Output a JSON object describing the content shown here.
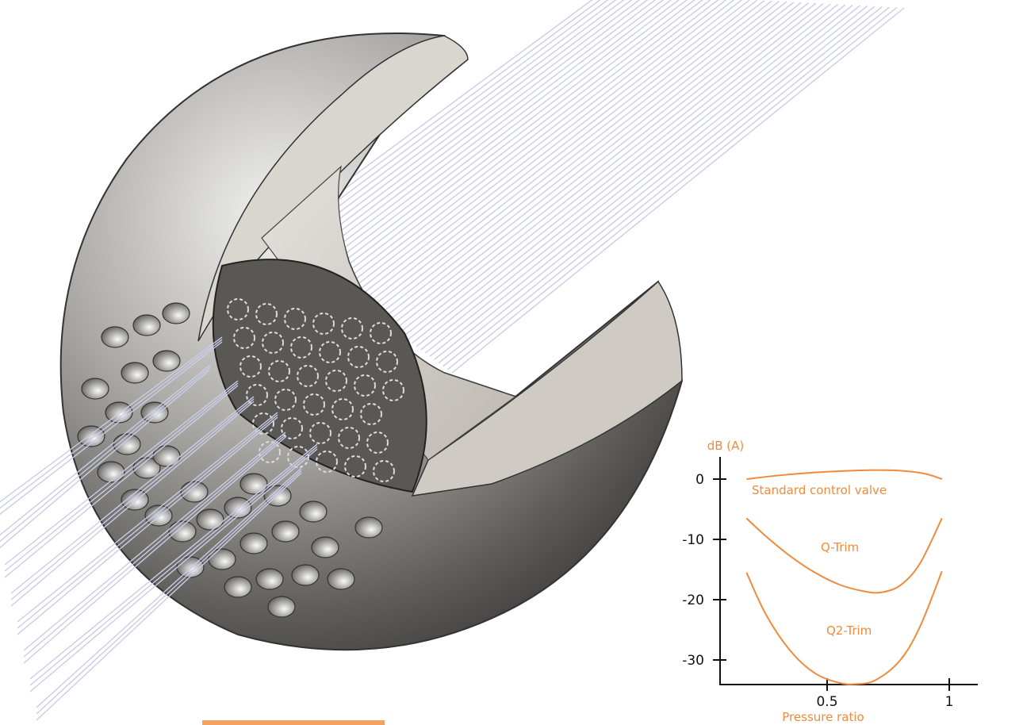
{
  "colors": {
    "accent": "#f08a3c",
    "axis": "#111111",
    "body": "#8a8a8a",
    "flow_lines": "#c9cde6"
  },
  "chart_data": {
    "type": "line",
    "title": "",
    "xlabel": "Pressure ratio",
    "ylabel": "dB (A)",
    "xlim": [
      0.06,
      1.11
    ],
    "ylim": [
      -34,
      4
    ],
    "xticks": [
      0.5,
      1
    ],
    "xtick_labels": [
      "0.5",
      "1"
    ],
    "yticks": [
      0,
      -10,
      -20,
      -30
    ],
    "ytick_labels": [
      "0",
      "-10",
      "-20",
      "-30"
    ],
    "grid": false,
    "legend": "none (inline labels)",
    "series": [
      {
        "name": "Standard control valve",
        "x": [
          0.17,
          0.3,
          0.45,
          0.6,
          0.7,
          0.8,
          0.9,
          0.97
        ],
        "y": [
          0,
          0.6,
          1.1,
          1.4,
          1.5,
          1.4,
          0.9,
          0
        ]
      },
      {
        "name": "Q-Trim",
        "x": [
          0.17,
          0.25,
          0.35,
          0.45,
          0.55,
          0.65,
          0.72,
          0.8,
          0.88,
          0.97
        ],
        "y": [
          -6.5,
          -9.5,
          -12.8,
          -15.5,
          -17.5,
          -18.6,
          -18.8,
          -17.6,
          -14,
          -6.5
        ]
      },
      {
        "name": "Q2-Trim",
        "x": [
          0.17,
          0.25,
          0.35,
          0.45,
          0.55,
          0.62,
          0.7,
          0.8,
          0.88,
          0.97
        ],
        "y": [
          -15.5,
          -22.5,
          -28.5,
          -32.2,
          -33.8,
          -34,
          -33.3,
          -30,
          -24.5,
          -15.3
        ]
      }
    ],
    "series_labels": [
      "Standard control valve",
      "Q-Trim",
      "Q2-Trim"
    ]
  }
}
